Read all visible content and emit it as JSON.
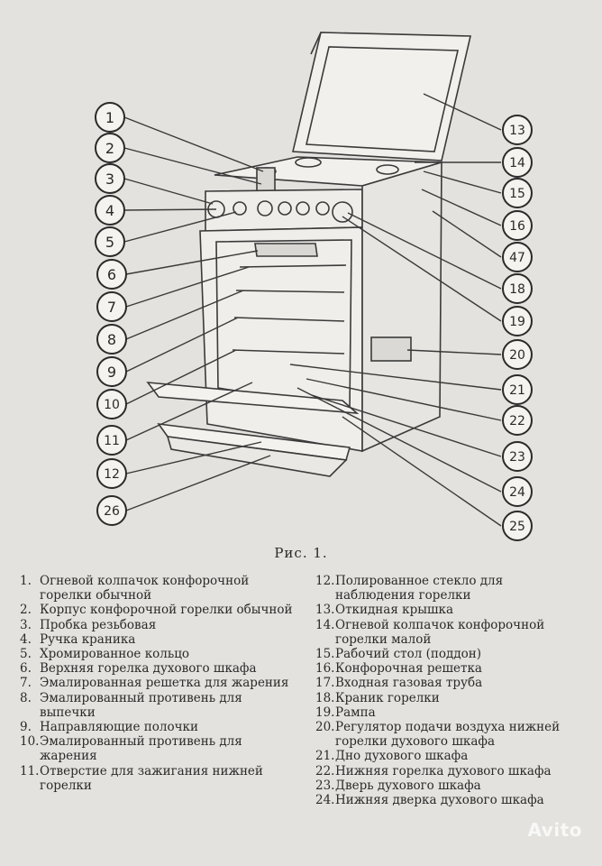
{
  "figure": {
    "caption": "Рис. 1.",
    "callouts": [
      "1",
      "2",
      "3",
      "4",
      "5",
      "6",
      "7",
      "8",
      "9",
      "10",
      "11",
      "12",
      "26",
      "13",
      "14",
      "15",
      "16",
      "47",
      "18",
      "19",
      "20",
      "21",
      "22",
      "23",
      "24",
      "25"
    ]
  },
  "legend": {
    "left": [
      {
        "num": "1.",
        "text": "Огневой колпачок конфорочной горелки обычной"
      },
      {
        "num": "2.",
        "text": "Корпус конфорочной горелки обычной"
      },
      {
        "num": "3.",
        "text": "Пробка резьбовая"
      },
      {
        "num": "4.",
        "text": "Ручка краника"
      },
      {
        "num": "5.",
        "text": "Хромированное кольцо"
      },
      {
        "num": "6.",
        "text": "Верхняя горелка духового шкафа"
      },
      {
        "num": "7.",
        "text": "Эмалированная решетка для жарения"
      },
      {
        "num": "8.",
        "text": "Эмалированный противень для выпечки"
      },
      {
        "num": "9.",
        "text": "Направляющие полочки"
      },
      {
        "num": "10.",
        "text": "Эмалированный противень для жарения"
      },
      {
        "num": "11.",
        "text": "Отверстие для зажигания нижней горелки"
      }
    ],
    "right": [
      {
        "num": "12.",
        "text": "Полированное стекло для наблюдения горелки"
      },
      {
        "num": "13.",
        "text": "Откидная крышка"
      },
      {
        "num": "14.",
        "text": "Огневой колпачок конфорочной горелки малой"
      },
      {
        "num": "15.",
        "text": "Рабочий стол (поддон)"
      },
      {
        "num": "16.",
        "text": "Конфорочная решетка"
      },
      {
        "num": "17.",
        "text": "Входная газовая труба"
      },
      {
        "num": "18.",
        "text": "Краник горелки"
      },
      {
        "num": "19.",
        "text": "Рампа"
      },
      {
        "num": "20.",
        "text": "Регулятор подачи воздуха нижней горелки духового шкафа"
      },
      {
        "num": "21.",
        "text": "Дно духового шкафа"
      },
      {
        "num": "22.",
        "text": "Нижняя горелка духового шкафа"
      },
      {
        "num": "23.",
        "text": "Дверь духового шкафа"
      },
      {
        "num": "24.",
        "text": "Нижняя дверка духового шкафа"
      }
    ]
  },
  "watermark": "Avito"
}
